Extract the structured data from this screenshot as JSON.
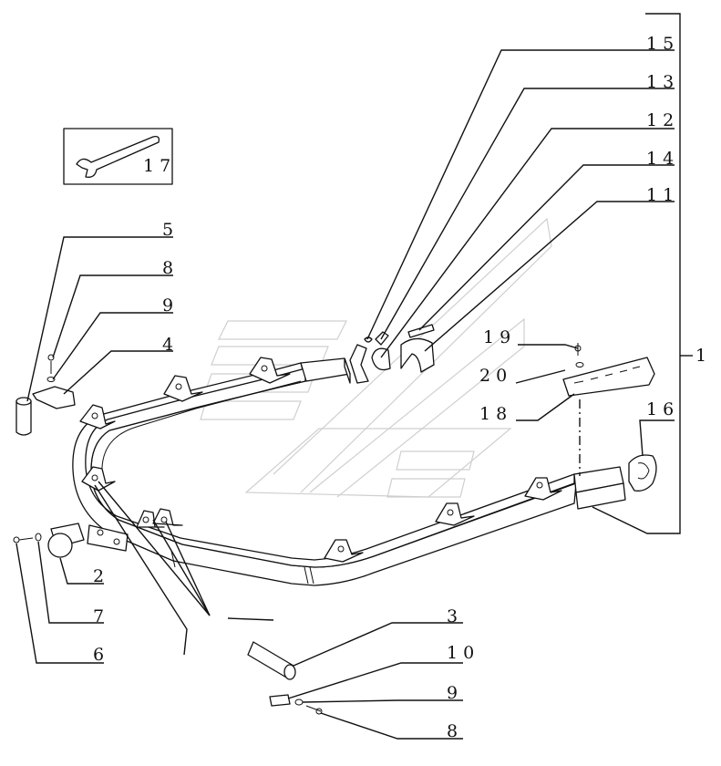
{
  "callouts": [
    {
      "id": "c15",
      "text": "1 5"
    },
    {
      "id": "c13",
      "text": "1 3"
    },
    {
      "id": "c12",
      "text": "1 2"
    },
    {
      "id": "c14",
      "text": "1 4"
    },
    {
      "id": "c11",
      "text": "1 1"
    },
    {
      "id": "c1",
      "text": "1"
    },
    {
      "id": "c17",
      "text": "1 7"
    },
    {
      "id": "c5",
      "text": "5"
    },
    {
      "id": "c8a",
      "text": "8"
    },
    {
      "id": "c9a",
      "text": "9"
    },
    {
      "id": "c4",
      "text": "4"
    },
    {
      "id": "c19",
      "text": "1 9"
    },
    {
      "id": "c20",
      "text": "2 0"
    },
    {
      "id": "c18",
      "text": "1 8"
    },
    {
      "id": "c16",
      "text": "1 6"
    },
    {
      "id": "c2",
      "text": "2"
    },
    {
      "id": "c7",
      "text": "7"
    },
    {
      "id": "c6",
      "text": "6"
    },
    {
      "id": "c3",
      "text": "3"
    },
    {
      "id": "c10",
      "text": "1 0"
    },
    {
      "id": "c9b",
      "text": "9"
    },
    {
      "id": "c8b",
      "text": "8"
    }
  ]
}
